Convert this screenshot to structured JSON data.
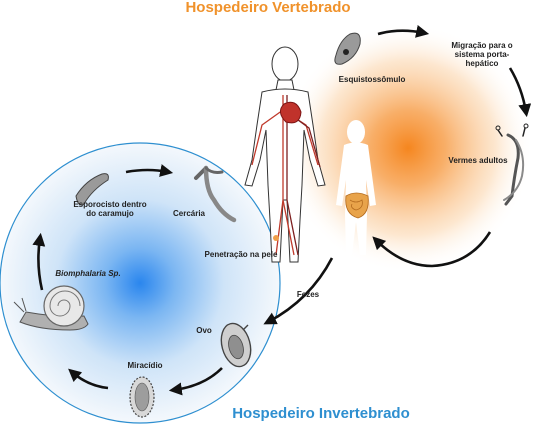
{
  "titles": {
    "vertebrate_host": "Hospedeiro Vertebrado",
    "invertebrate_host": "Hospedeiro Invertebrado"
  },
  "stages": {
    "schistosomulum": "Esquistossômulo",
    "migration": [
      "Migração para o",
      "sistema porta-",
      "hepático"
    ],
    "adult_worms": "Vermes adultos",
    "feces": "Fezes",
    "egg": "Ovo",
    "miracidium": "Miracídio",
    "snail": "Biomphalaria Sp.",
    "sporocyst": [
      "Esporocisto dentro",
      "do caramujo"
    ],
    "cercaria": "Cercária",
    "skin_penetration": "Penetração na pele"
  },
  "colors": {
    "vertebrate_title": "#f0922b",
    "invertebrate_title": "#2e8fd0",
    "vertebrate_glow": "#f5861f",
    "invertebrate_glow": "#2a86ee",
    "arrow": "#111111"
  }
}
